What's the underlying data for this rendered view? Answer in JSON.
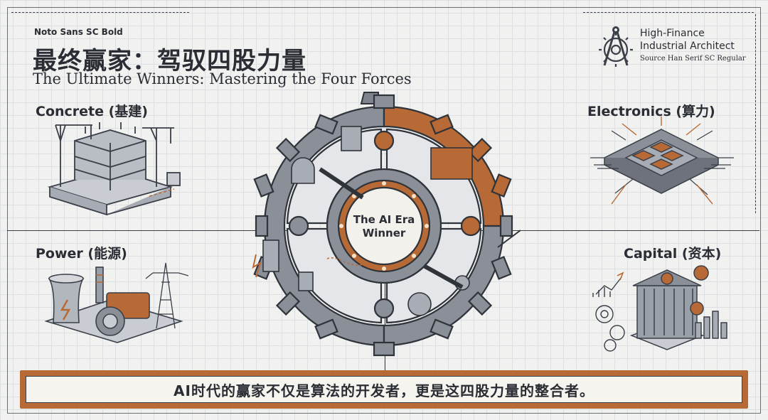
{
  "header": {
    "font_note": "Noto Sans SC Bold",
    "title_zh": "最终赢家：驾驭四股力量",
    "title_en": "The Ultimate Winners: Mastering the Four Forces"
  },
  "brand": {
    "name": "High-Finance Industrial Architect",
    "font_note": "Source Han Serif SC Regular",
    "icon": "compass-gear-icon"
  },
  "quadrants": {
    "concrete": "Concrete (基建)",
    "electronics": "Electronics (算力)",
    "power": "Power (能源)",
    "capital": "Capital (资本)"
  },
  "hub": {
    "line1": "The AI Era",
    "line2": "Winner"
  },
  "banner": {
    "text": "AI时代的赢家不仅是算法的开发者，更是这四股力量的整合者。"
  },
  "colors": {
    "accent": "#b86a36",
    "steel": "#8a8f98",
    "ink": "#2a2d33",
    "background": "#f1f1ef"
  }
}
